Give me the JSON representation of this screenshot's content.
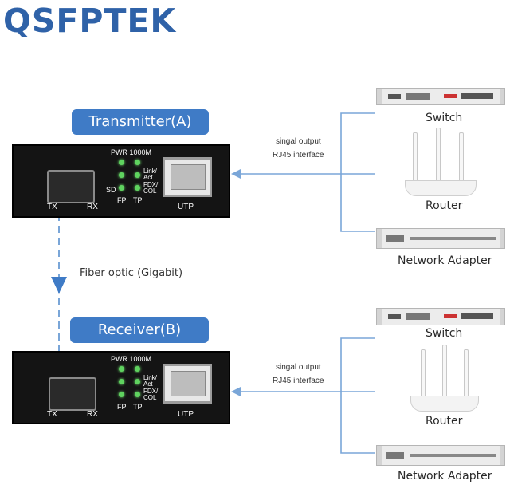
{
  "brand": {
    "logo_text": "QSFPTEK"
  },
  "colors": {
    "accent": "#3f7bc6",
    "line": "#7aa6d8",
    "led": "#5fd35f"
  },
  "transmitter": {
    "title": "Transmitter(A)",
    "pwr": "PWR 1000M",
    "link_act": [
      "Link/",
      "Act"
    ],
    "sd": "SD",
    "fdx_col": [
      "FDX/",
      "COL"
    ],
    "fp": "FP",
    "tp": "TP",
    "tx": "TX",
    "rx": "RX",
    "utp": "UTP"
  },
  "receiver": {
    "title": "Receiver(B)",
    "pwr": "PWR 1000M",
    "link_act": [
      "Link/",
      "Act"
    ],
    "fdx_col": [
      "FDX/",
      "COL"
    ],
    "fp": "FP",
    "tp": "TP",
    "tx": "TX",
    "rx": "RX",
    "utp": "UTP"
  },
  "fiber": {
    "label": "Fiber optic (Gigabit)"
  },
  "top_group": {
    "note1": "singal output",
    "note2": "RJ45 interface",
    "devices": [
      "Switch",
      "Router",
      "Network Adapter"
    ]
  },
  "bottom_group": {
    "note1": "singal output",
    "note2": "RJ45 interface",
    "devices": [
      "Switch",
      "Router",
      "Network Adapter"
    ]
  }
}
